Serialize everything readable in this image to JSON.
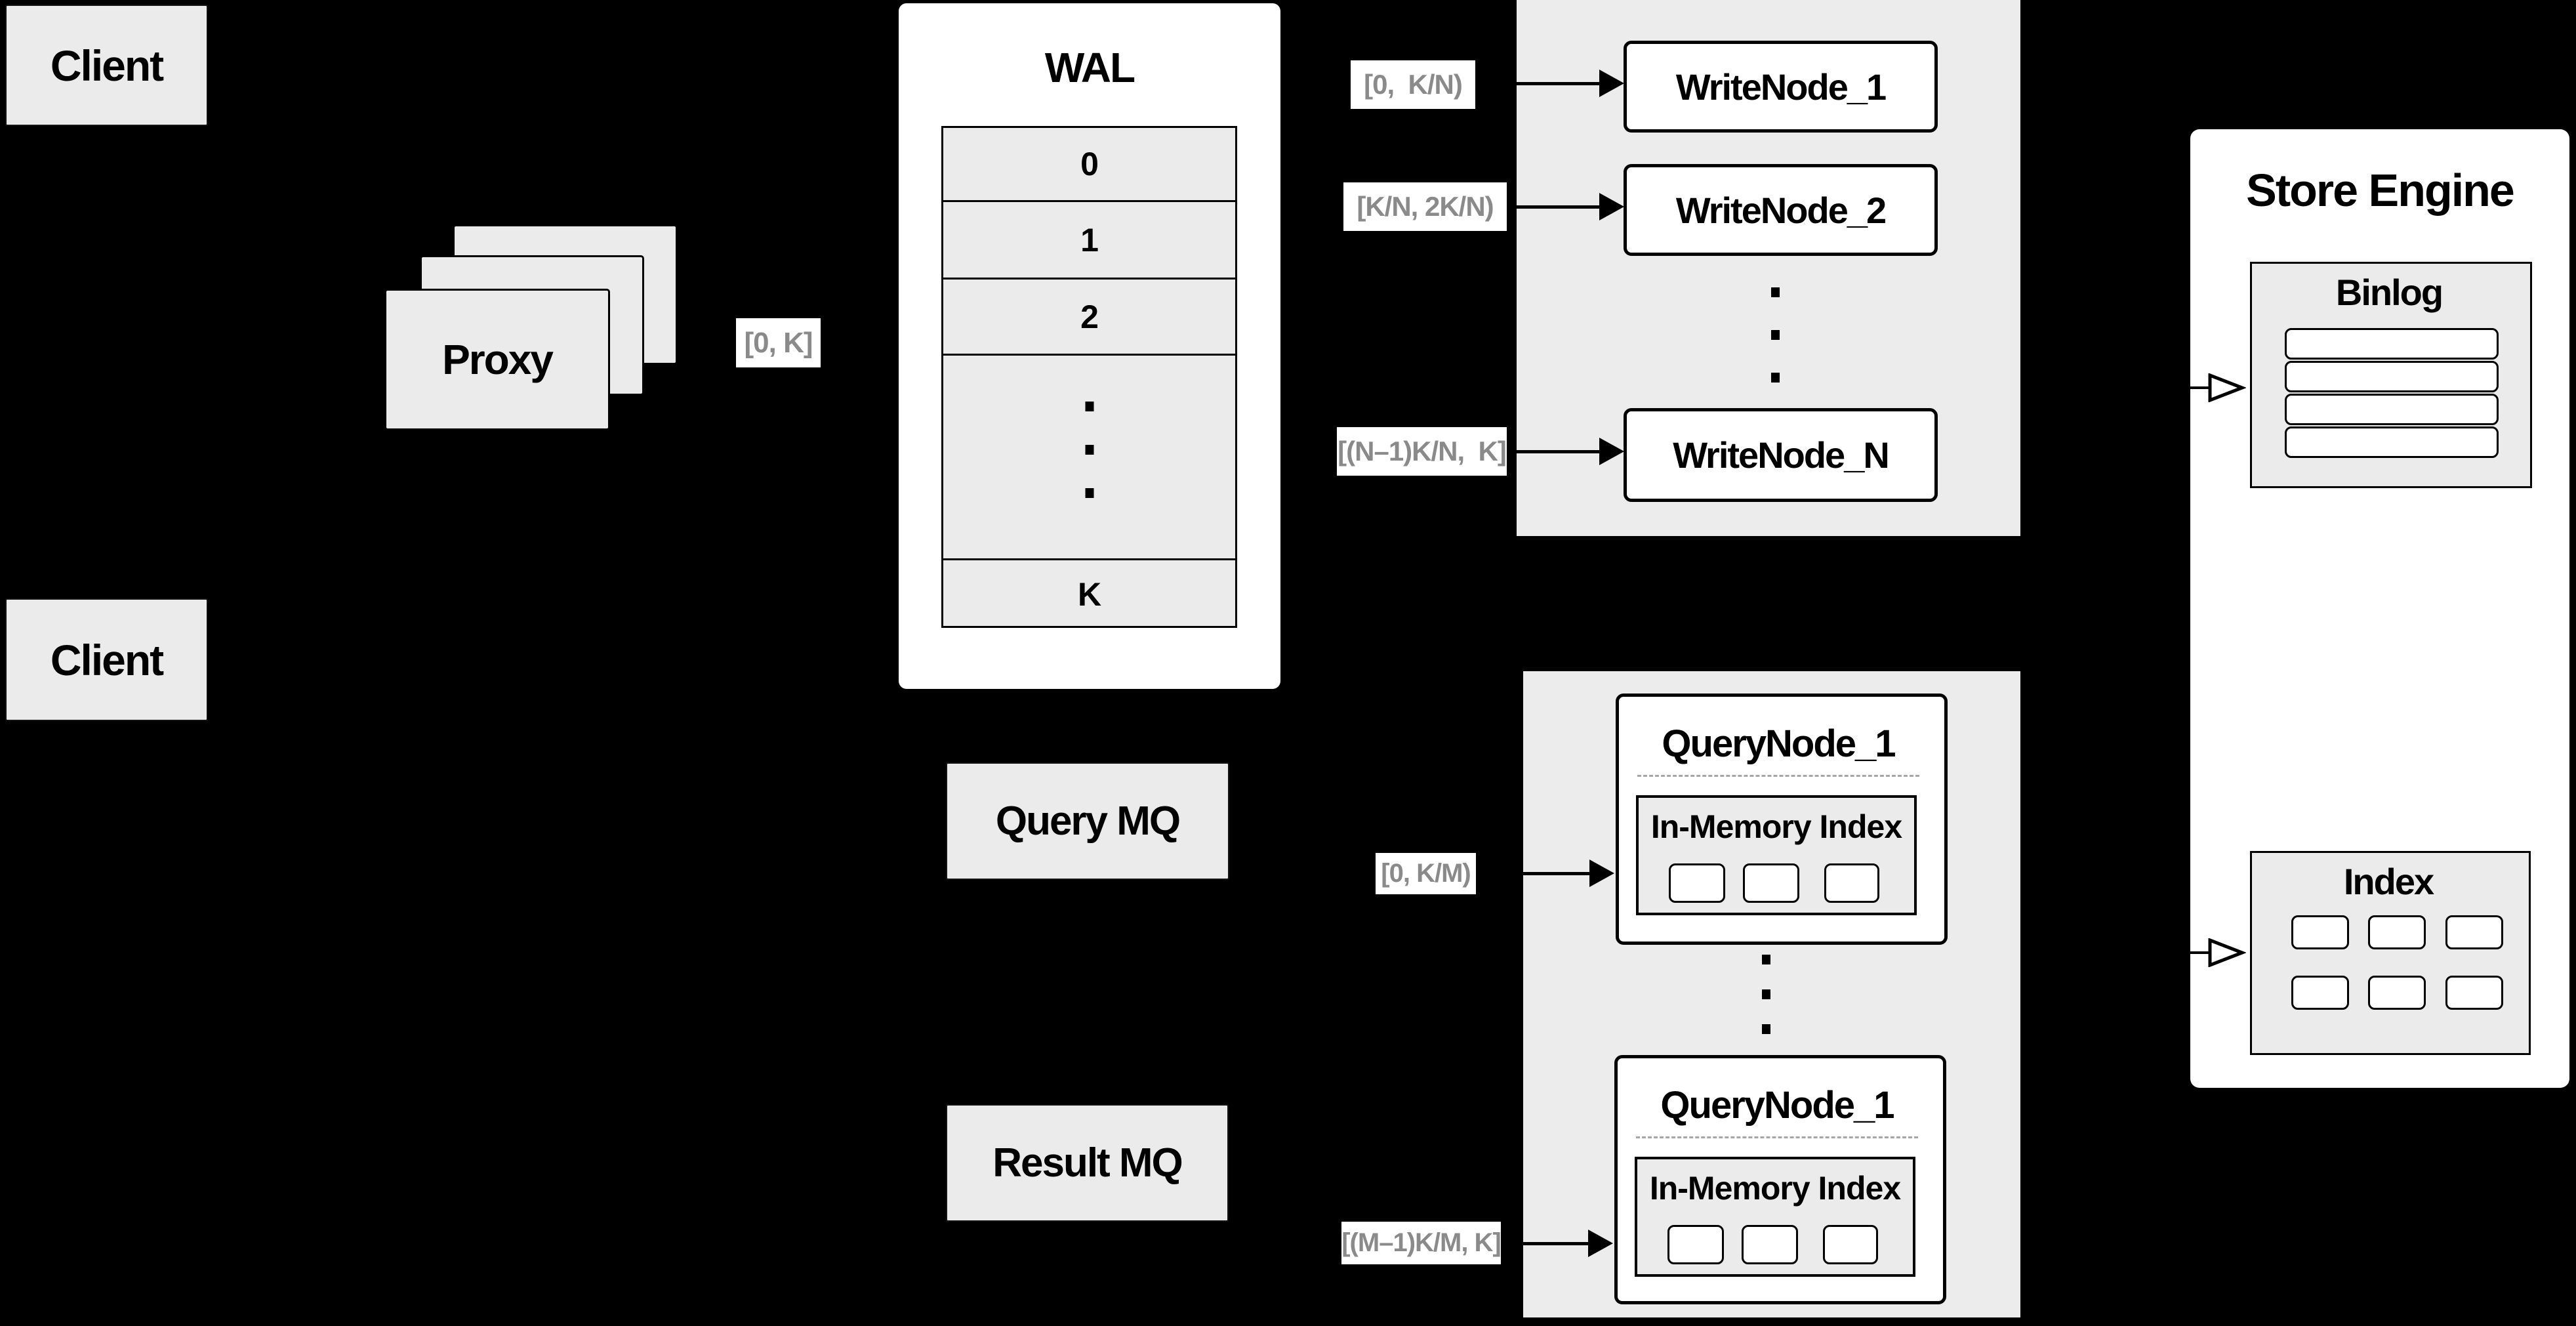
{
  "clients": {
    "top": "Client",
    "bottom": "Client"
  },
  "proxy": {
    "label": "Proxy"
  },
  "range_labels": {
    "proxy_out": "[0, K]",
    "write_1": "[0,  K/N)",
    "write_2": "[K/N, 2K/N)",
    "write_n": "[(N–1)K/N,  K]",
    "query_top": "[0, K/M)",
    "query_bottom": "[(M–1)K/M, K]"
  },
  "wal": {
    "title": "WAL",
    "segments": [
      "0",
      "1",
      "2"
    ],
    "last_segment": "K"
  },
  "write_nodes": {
    "node_1": "WriteNode_1",
    "node_2": "WriteNode_2",
    "node_n": "WriteNode_N"
  },
  "mq": {
    "query": "Query MQ",
    "result": "Result MQ"
  },
  "query_nodes": {
    "top_title": "QueryNode_1",
    "bottom_title": "QueryNode_1",
    "inner_label_top": "In-Memory Index",
    "inner_label_bottom": "In-Memory Index"
  },
  "store_engine": {
    "title": "Store Engine",
    "binlog_title": "Binlog",
    "index_title": "Index"
  },
  "colors": {
    "background": "#000000",
    "box_gray": "#ebebeb",
    "panel_gray": "#ececec",
    "white": "#ffffff",
    "black": "#000000",
    "chip_text_gray": "#8a8a8a",
    "dash_gray": "#a6a6a6"
  }
}
